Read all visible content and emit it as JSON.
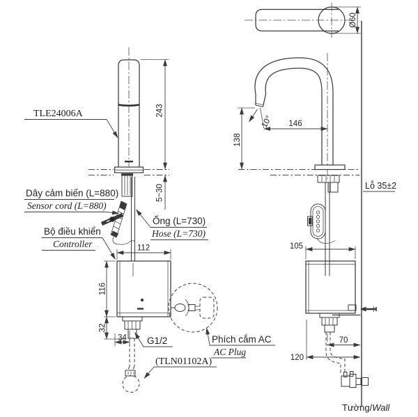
{
  "colors": {
    "background": "#ffffff",
    "line": "#3a3a3a",
    "text": "#1f1f1f"
  },
  "drawing": {
    "codes": {
      "product": "TLE24006A",
      "supply_valve": "(TLN01102A)"
    },
    "labels": {
      "sensor_cord_vi": "Dây cảm biến (L=880)",
      "sensor_cord_en": "Sensor cord (L=880)",
      "hose_vi": "Ống (L=730)",
      "hose_en": "Hose (L=730)",
      "controller_vi": "Bộ điều khiển",
      "controller_en": "Controller",
      "ac_plug_vi": "Phích cắm AC",
      "ac_plug_en": "AC Plug",
      "thread": "G1/2",
      "mount_hole": "Lỗ 35±2",
      "wall_vi": "Tường/",
      "wall_en": "Wall"
    },
    "dimensions": {
      "spout_height": "243",
      "deck_thickness": "5~30",
      "controller_width": "112",
      "controller_height": "116",
      "fitting_height": "32",
      "fitting_width": "34",
      "spout_diameter": "Ø60",
      "spout_angle": "10°",
      "spout_reach": "146",
      "outlet_height": "138",
      "controller_depth": "105",
      "pipe_to_wall": "70",
      "controller_to_wall": "120"
    }
  }
}
